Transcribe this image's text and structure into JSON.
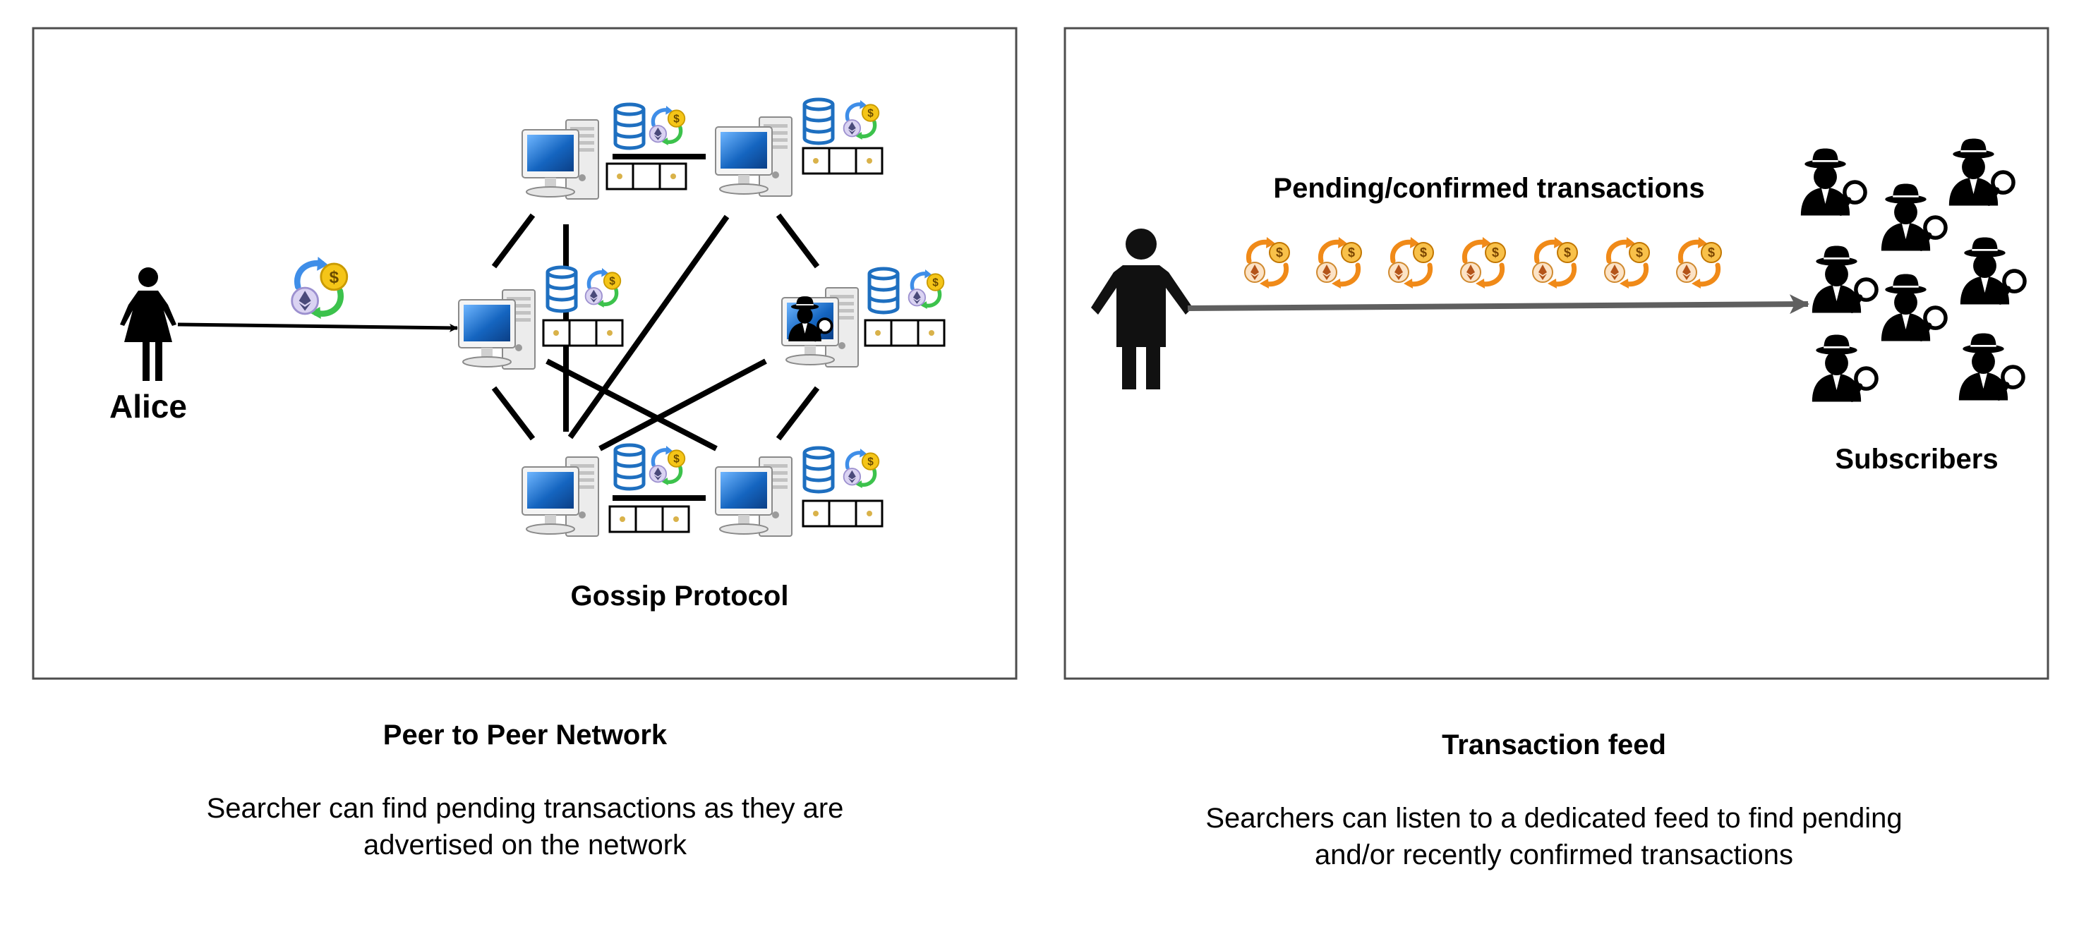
{
  "left_panel": {
    "sender_label": "Alice",
    "network_label": "Gossip Protocol",
    "caption_title": "Peer to Peer Network",
    "caption_line1": "Searcher can find pending transactions as they are",
    "caption_line2": "advertised on the network"
  },
  "right_panel": {
    "feed_label": "Pending/confirmed transactions",
    "subscribers_label": "Subscribers",
    "caption_title": "Transaction feed",
    "caption_line1": "Searchers can listen to a dedicated feed to find pending",
    "caption_line2": "and/or recently confirmed transactions"
  },
  "colors": {
    "monitor_blue": "#1565c0",
    "database_blue": "#1e6fc0",
    "swap_blue": "#3f8ee8",
    "swap_green": "#3cc24c",
    "coin_gold": "#f5c518",
    "feed_orange": "#f08a18",
    "feed_arrow_gray": "#5f5f5f"
  }
}
